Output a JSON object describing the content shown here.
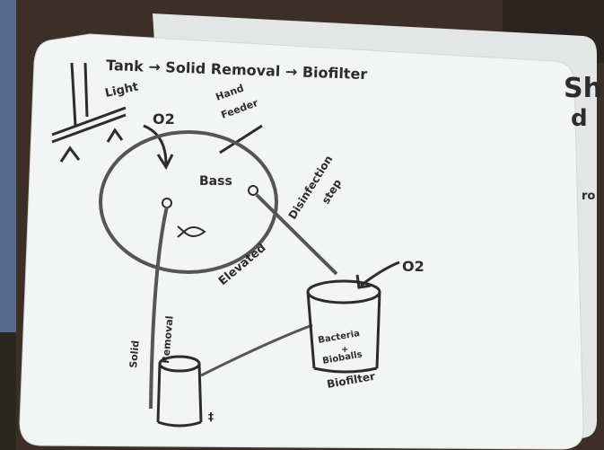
{
  "board": {
    "title": "Tank → Solid Removal → Biofilter",
    "light_label": "Light",
    "o2_top": "O2",
    "hand_feeder_label": "Hand Feeder",
    "tank_label": "Bass",
    "disinfection_label": "Disinfection step",
    "elevated_label": "Elevated",
    "solid_removal_label": "Solid Removal",
    "o2_right": "O2",
    "biofilter_contents": "Bacteria + Bioballs",
    "biofilter_label": "Biofilter",
    "solid_tank_mark": "‡"
  },
  "background_board": {
    "partial_text_1": "Sh",
    "partial_text_2": "d",
    "partial_text_3": "ro"
  }
}
